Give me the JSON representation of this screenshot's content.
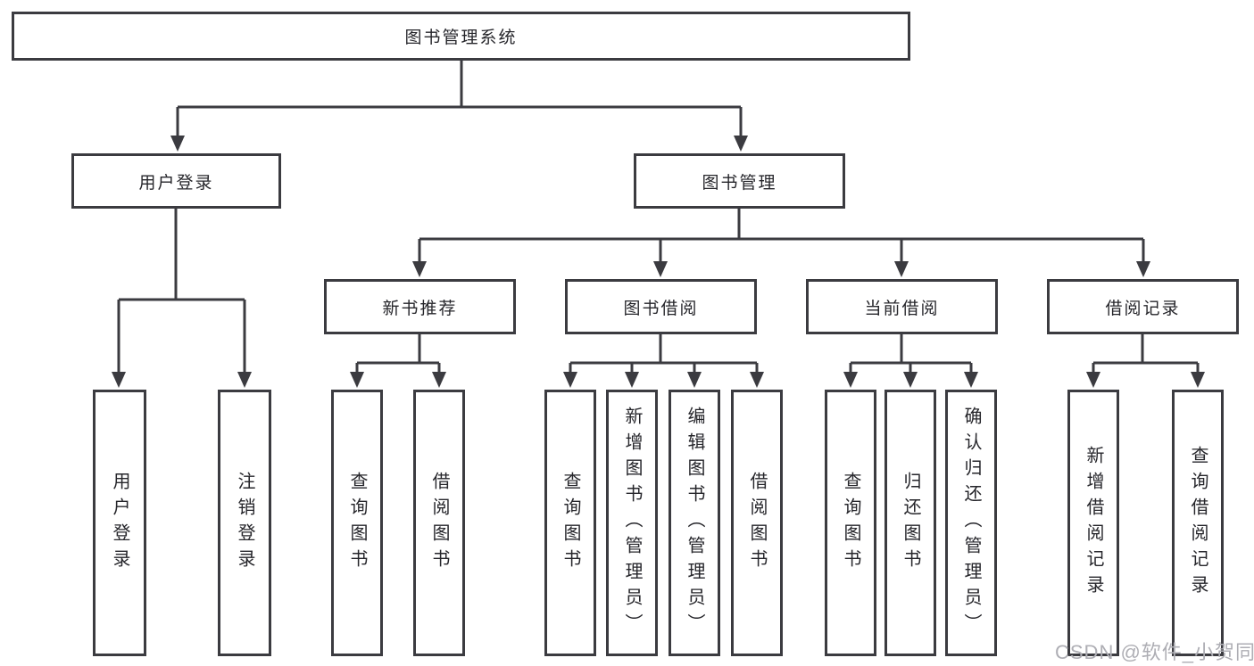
{
  "tree": {
    "root": {
      "label": "图书管理系统"
    },
    "user_login": {
      "label": "用户登录",
      "children": [
        {
          "label": "用户登录"
        },
        {
          "label": "注销登录"
        }
      ]
    },
    "book_management": {
      "label": "图书管理",
      "sections": [
        {
          "label": "新书推荐",
          "children": [
            {
              "label": "查询图书"
            },
            {
              "label": "借阅图书"
            }
          ]
        },
        {
          "label": "图书借阅",
          "children": [
            {
              "label": "查询图书"
            },
            {
              "label": "新增图书（管理员）"
            },
            {
              "label": "编辑图书（管理员）"
            },
            {
              "label": "借阅图书"
            }
          ]
        },
        {
          "label": "当前借阅",
          "children": [
            {
              "label": "查询图书"
            },
            {
              "label": "归还图书"
            },
            {
              "label": "确认归还（管理员）"
            }
          ]
        },
        {
          "label": "借阅记录",
          "children": [
            {
              "label": "新增借阅记录"
            },
            {
              "label": "查询借阅记录"
            }
          ]
        }
      ]
    }
  },
  "watermark": {
    "text": "CSDN @软件_小贺同学"
  },
  "colors": {
    "line": "#3b3b40",
    "text": "#26262b",
    "watermark": "#aeaeb4",
    "background": "#ffffff"
  }
}
